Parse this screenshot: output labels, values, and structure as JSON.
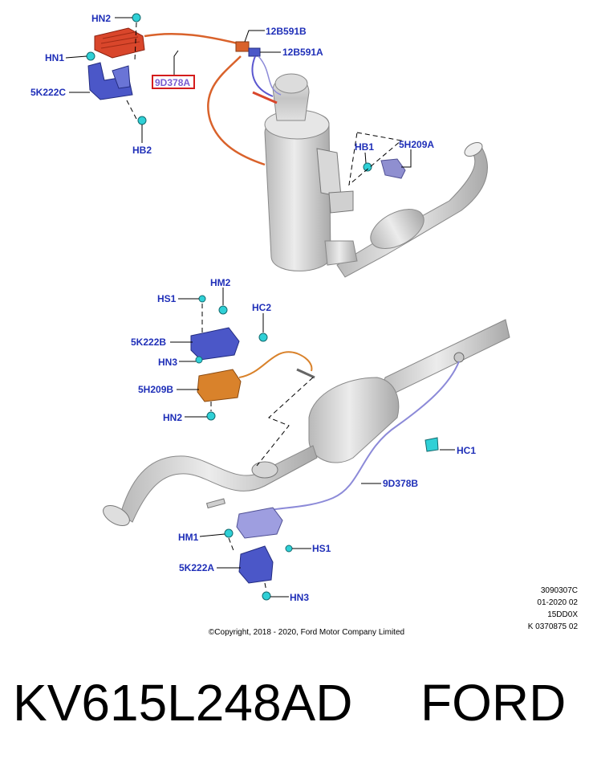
{
  "callouts": {
    "hn2_top": "HN2",
    "hn1": "HN1",
    "k222c": "5K222C",
    "hb2": "HB2",
    "d378a": "9D378A",
    "b591b": "12B591B",
    "b591a": "12B591A",
    "hb1": "HB1",
    "h209a": "5H209A",
    "hs1_top": "HS1",
    "hm2": "HM2",
    "hc2": "HC2",
    "k222b": "5K222B",
    "hn3_top": "HN3",
    "h209b": "5H209B",
    "hn2_mid": "HN2",
    "hc1": "HC1",
    "d378b": "9D378B",
    "hm1": "HM1",
    "hs1_bot": "HS1",
    "k222a": "5K222A",
    "hn3_bot": "HN3"
  },
  "meta": {
    "line1": "3090307C",
    "line2": "01-2020 02",
    "line3": "15DD0X",
    "line4": "K 0370875 02"
  },
  "copyright": "©Copyright, 2018 - 2020, Ford Motor Company Limited",
  "part_number": "KV615L248AD",
  "brand": "FORD",
  "colors": {
    "label_blue": "#1f2fb8",
    "highlight_red": "#d41c1c",
    "module_orange": "#d9622b",
    "bracket_blue": "#4b57c8",
    "clip_cyan": "#2fd0d6",
    "metal_gray": "#d2d2d2"
  }
}
